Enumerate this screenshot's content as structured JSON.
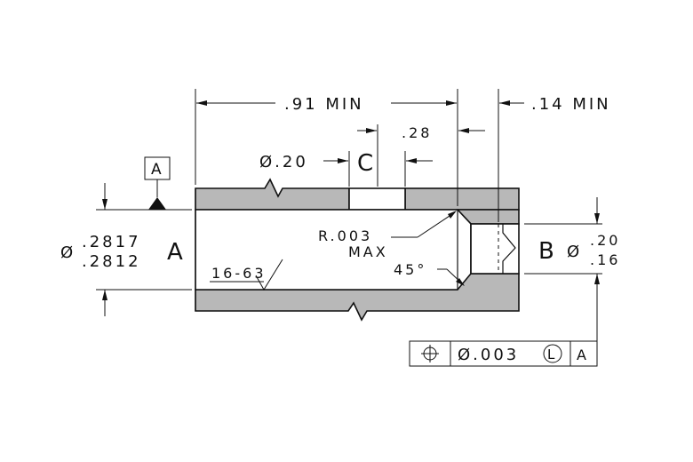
{
  "dimensions": {
    "overall_length": ".91 MIN",
    "counterbore_depth": ".14 MIN",
    "hole_location": ".28",
    "hole_diameter": "Ø.20",
    "bore_diameter_upper": ".2817",
    "bore_diameter_lower": ".2812",
    "bore_diameter_symbol": "Ø",
    "small_bore_symbol": "Ø",
    "small_bore_upper": ".20",
    "small_bore_lower": ".16",
    "corner_radius_line1": "R.003",
    "corner_radius_line2": "MAX",
    "chamfer_angle": "45°",
    "surface_finish": "16-63"
  },
  "datums": {
    "a_flag": "A",
    "a_label": "A",
    "b_label": "B",
    "c_label": "C"
  },
  "feature_control_frame": {
    "symbol": "position-icon",
    "tolerance": "Ø.003",
    "modifier": "L",
    "datum": "A"
  },
  "colors": {
    "section_fill": "#b8b8b8",
    "line": "#111111"
  }
}
